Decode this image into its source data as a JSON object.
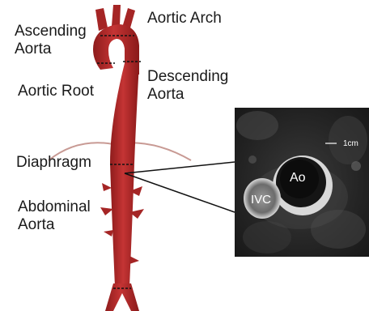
{
  "labels": {
    "ascending_line1": "Ascending",
    "ascending_line2": "Aorta",
    "aortic_arch": "Aortic Arch",
    "aortic_root": "Aortic Root",
    "descending_line1": "Descending",
    "descending_line2": "Aorta",
    "diaphragm": "Diaphragm",
    "abdominal_line1": "Abdominal",
    "abdominal_line2": "Aorta"
  },
  "mri": {
    "ao": "Ao",
    "ivc": "IVC",
    "scale": "1cm"
  },
  "colors": {
    "aorta": "#b52a2a",
    "aorta_dark": "#7e1616",
    "diaphragm": "#c89a94",
    "mri_bg": "#202020"
  }
}
